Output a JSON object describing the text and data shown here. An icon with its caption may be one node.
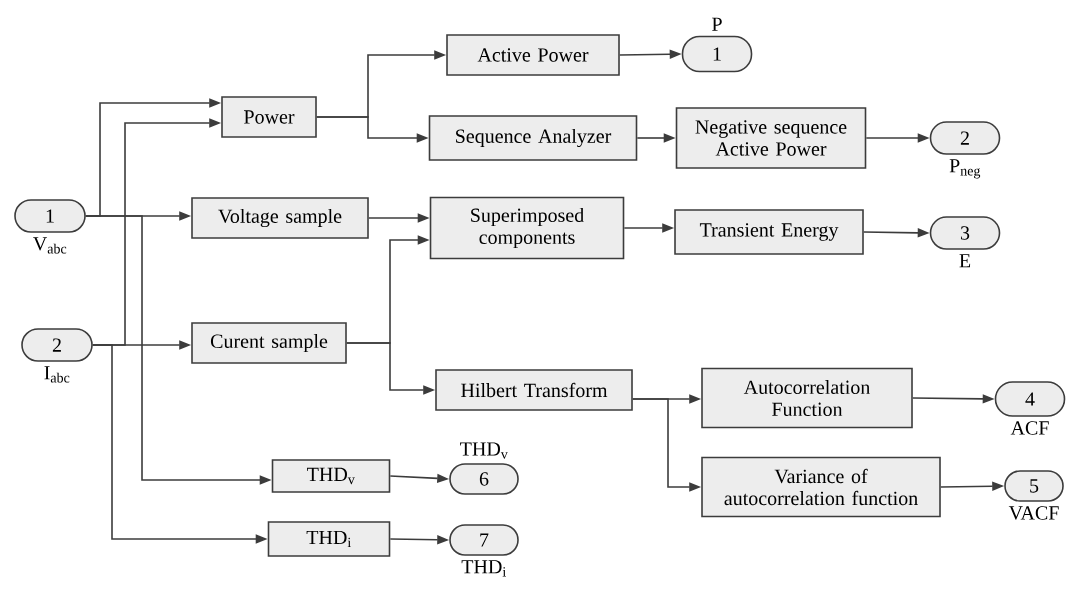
{
  "diagram": {
    "nodes": [
      {
        "text": [
          "1"
        ],
        "beside": [
          "V$_{abc}$"
        ]
      },
      {
        "text": [
          "2"
        ],
        "beside": [
          "I$_{abc}$"
        ]
      },
      {
        "text": [
          "Power"
        ]
      },
      {
        "text": [
          "Voltage sample"
        ]
      },
      {
        "text": [
          "Curent sample"
        ]
      },
      {
        "text": [
          "Active Power"
        ]
      },
      {
        "text": [
          "Sequence Analyzer"
        ]
      },
      {
        "text": [
          "Negative sequence Active Power"
        ]
      },
      {
        "text": [
          "Superimposed components"
        ]
      },
      {
        "text": [
          "Transient Energy"
        ]
      },
      {
        "text": [
          "Hilbert Transform"
        ]
      },
      {
        "text": [
          "Autocorrelation Function"
        ]
      },
      {
        "text": [
          "Variance of autocorrelation function"
        ]
      },
      {
        "text": [
          "THD$_{v}$"
        ]
      },
      {
        "text": [
          "THD$_{i}$"
        ]
      },
      {
        "text": [
          "1"
        ],
        "beside": [
          "P"
        ]
      },
      {
        "text": [
          "2"
        ],
        "beside": [
          "P$_{neg}$"
        ]
      },
      {
        "text": [
          "3"
        ],
        "beside": [
          "E"
        ]
      },
      {
        "text": [
          "4"
        ],
        "beside": [
          "ACF"
        ]
      },
      {
        "text": [
          "5"
        ],
        "beside": [
          "VACF"
        ]
      },
      {
        "text": [
          "6"
        ],
        "beside": [
          "THD$_{v}$"
        ]
      },
      {
        "text": [
          "7"
        ],
        "beside": [
          "THD$_{i}$"
        ]
      }
    ],
    "edges": [
      {
        "from": 0,
        "to": 2,
        "arrow": "to"
      },
      {
        "from": 1,
        "to": 2,
        "arrow": "to"
      },
      {
        "from": 0,
        "to": 3,
        "arrow": "to"
      },
      {
        "from": 0,
        "to": 13,
        "arrow": "to"
      },
      {
        "from": 1,
        "to": 4,
        "arrow": "to"
      },
      {
        "from": 1,
        "to": 14,
        "arrow": "to"
      },
      {
        "from": 2,
        "to": 5,
        "arrow": "to"
      },
      {
        "from": 2,
        "to": 6,
        "arrow": "to"
      },
      {
        "from": 3,
        "to": 8,
        "arrow": "to"
      },
      {
        "from": 4,
        "to": 8,
        "arrow": "to"
      },
      {
        "from": 4,
        "to": 10,
        "arrow": "to"
      },
      {
        "from": 5,
        "to": 15,
        "arrow": "to"
      },
      {
        "from": 6,
        "to": 7,
        "arrow": "to"
      },
      {
        "from": 7,
        "to": 16,
        "arrow": "to"
      },
      {
        "from": 8,
        "to": 9,
        "arrow": "to"
      },
      {
        "from": 9,
        "to": 17,
        "arrow": "to"
      },
      {
        "from": 10,
        "to": 11,
        "arrow": "to"
      },
      {
        "from": 10,
        "to": 12,
        "arrow": "to"
      },
      {
        "from": 11,
        "to": 18,
        "arrow": "to"
      },
      {
        "from": 12,
        "to": 19,
        "arrow": "to"
      },
      {
        "from": 13,
        "to": 20,
        "arrow": "to"
      },
      {
        "from": 14,
        "to": 21,
        "arrow": "to"
      }
    ]
  }
}
